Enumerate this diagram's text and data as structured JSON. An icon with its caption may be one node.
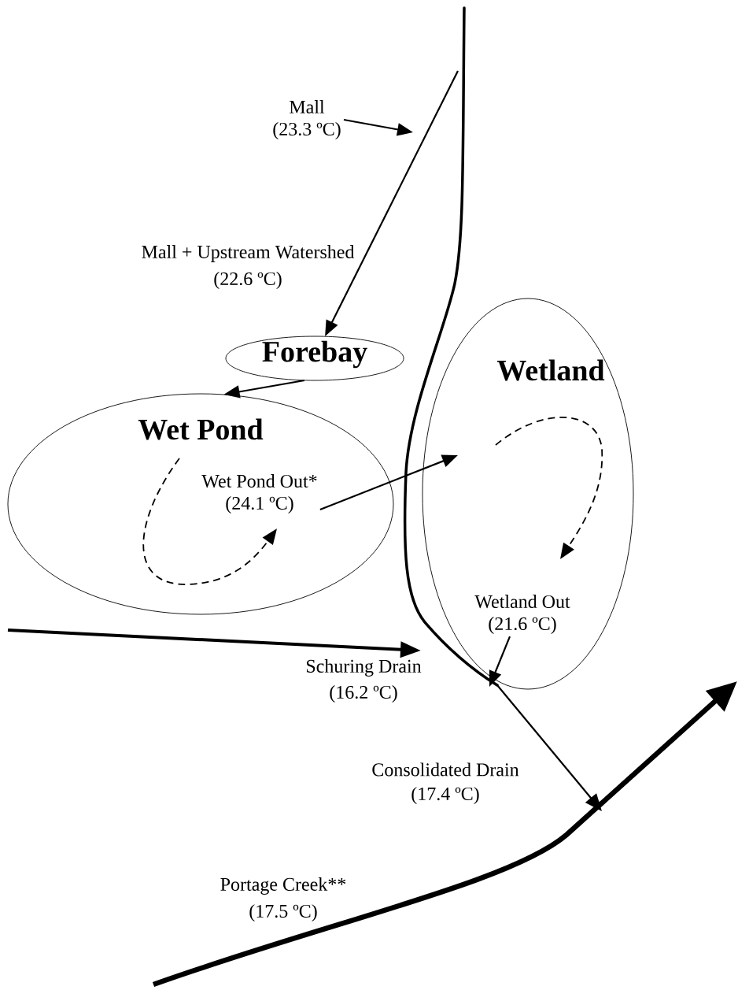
{
  "diagram": {
    "nodes": [
      {
        "text": [
          "Forebay"
        ]
      },
      {
        "text": [
          "Wet Pond"
        ]
      },
      {
        "text": [
          "Wetland"
        ]
      },
      {
        "text": [
          "Wet Pond Out*",
          "(24.1 ºC)"
        ],
        "in": 1
      },
      {
        "text": [
          "Wetland Out",
          "(21.6 ºC)"
        ],
        "in": 2
      },
      {
        "text": [
          "Mall",
          "(23.3 ºC)"
        ]
      }
    ],
    "edges": [
      {
        "from": 5,
        "to": null,
        "arrow": "to"
      },
      {
        "from": null,
        "to": 0,
        "arrow": "to"
      },
      {
        "from": 0,
        "to": 1,
        "arrow": "to"
      },
      {
        "from": null,
        "to": 3,
        "arrow": "to",
        "style": "dashed"
      },
      {
        "from": 3,
        "to": 2,
        "arrow": "to"
      },
      {
        "from": null,
        "to": 4,
        "arrow": "to",
        "style": "dashed"
      },
      {
        "from": 4,
        "to": null,
        "arrow": "to"
      }
    ],
    "labels": [
      "Mall + Upstream Watershed",
      "(22.6 ºC)",
      "Schuring Drain",
      "(16.2 ºC)",
      "Consolidated Drain",
      "(17.4 ºC)",
      "Portage Creek**",
      "(17.5 ºC)"
    ]
  }
}
